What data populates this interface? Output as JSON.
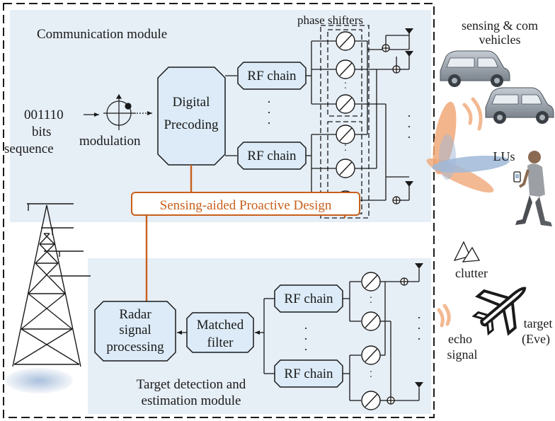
{
  "labels": {
    "communication_module": "Communication module",
    "phase_shifters": "phase shifters",
    "bits_value": "001110",
    "bits_line1": "bits",
    "bits_line2": "sequence",
    "modulation": "modulation",
    "digital_line1": "Digital",
    "digital_line2": "Precoding",
    "rf_chain": "RF chain",
    "sensing_aided": "Sensing-aided Proactive Design",
    "radar_line1": "Radar",
    "radar_line2": "signal",
    "radar_line3": "processing",
    "matched_line1": "Matched",
    "matched_line2": "filter",
    "target_detect_line1": "Target detection and",
    "target_detect_line2": "estimation module",
    "sensing_com_line1": "sensing & com",
    "sensing_com_line2": "vehicles",
    "lus": "LUs",
    "clutter": "clutter",
    "echo_line1": "echo",
    "echo_line2": "signal",
    "target_line1": "target",
    "target_line2": "(Eve)"
  },
  "colors": {
    "module_bg": "#e6eef6",
    "block_fill": "#dcebf7",
    "accent": "#c8601c",
    "beam_orange": "#f0a878",
    "beam_blue": "#9fb8d8",
    "line": "#1a1a1a"
  },
  "icons": [
    "antenna-icon",
    "phase-shifter-icon",
    "adder-icon",
    "car-icon",
    "person-icon",
    "tower-icon",
    "airplane-icon",
    "clutter-icon"
  ]
}
